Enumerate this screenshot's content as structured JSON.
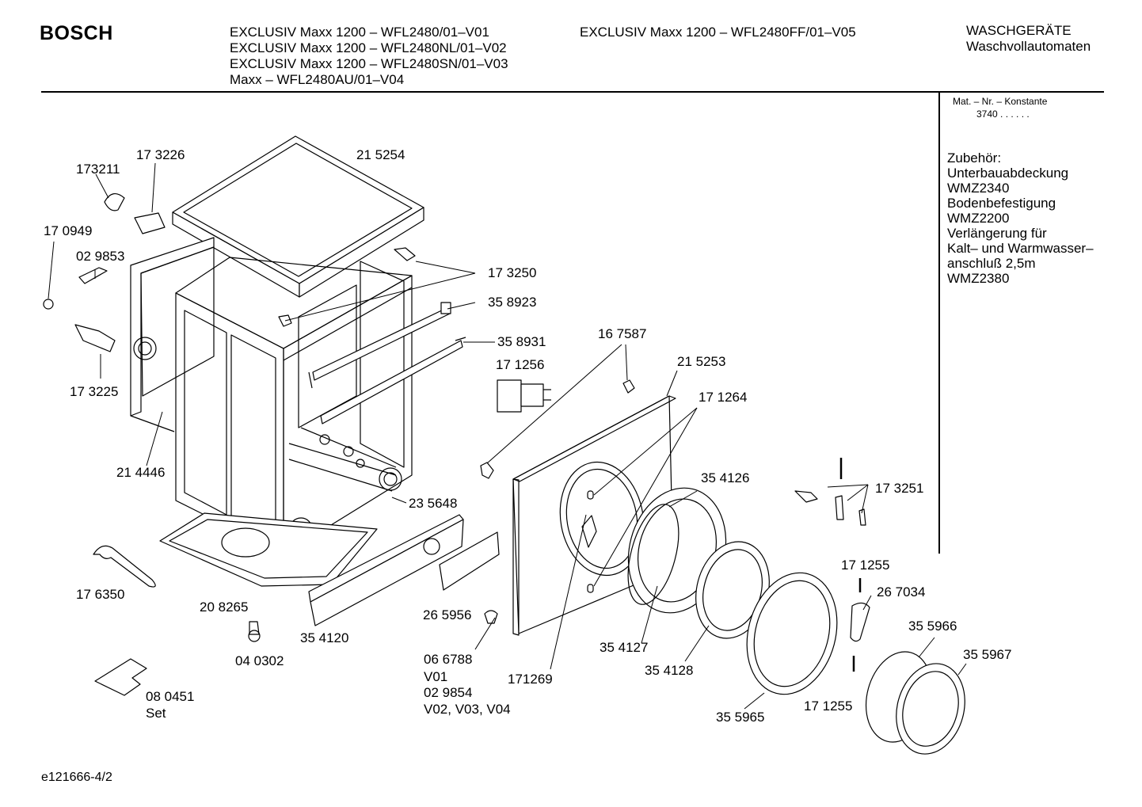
{
  "header": {
    "brand": "BOSCH",
    "models": [
      "EXCLUSIV Maxx 1200 – WFL2480/01–V01",
      "EXCLUSIV Maxx 1200 – WFL2480NL/01–V02",
      "EXCLUSIV Maxx 1200 – WFL2480SN/01–V03",
      "Maxx – WFL2480AU/01–V04"
    ],
    "model_right": "EXCLUSIV Maxx 1200 – WFL2480FF/01–V05",
    "category_line1": "WASCHGERÄTE",
    "category_line2": "Waschvollautomaten"
  },
  "sidebar": {
    "mat_title": "Mat. – Nr. – Konstante",
    "mat_value": "3740  .  .    .  .  .  .",
    "accessories": [
      "Zubehör:",
      "Unterbauabdeckung",
      "WMZ2340",
      "Bodenbefestigung",
      "WMZ2200",
      "Verlängerung für",
      "Kalt– und Warmwasser–",
      "anschluß 2,5m",
      "WMZ2380"
    ]
  },
  "parts": {
    "p173211": "173211",
    "p173226": "17 3226",
    "p215254": "21 5254",
    "p170949": "17 0949",
    "p029853": "02 9853",
    "p173250": "17 3250",
    "p358923": "35 8923",
    "p358931": "35 8931",
    "p167587": "16 7587",
    "p171256": "17 1256",
    "p215253": "21 5253",
    "p171264": "17 1264",
    "p173225": "17 3225",
    "p214446": "21 4446",
    "p354126": "35 4126",
    "p173251": "17 3251",
    "p235648": "23 5648",
    "p171255a": "17 1255",
    "p267034": "26 7034",
    "p176350": "17 6350",
    "p208265": "20 8265",
    "p265956": "26 5956",
    "p354127": "35 4127",
    "p355966": "35 5966",
    "p354120": "35 4120",
    "p355967": "35 5967",
    "p040302": "04 0302",
    "p066788": "06 6788",
    "v01": "V01",
    "p029854": "02 9854",
    "v020304": "V02, V03, V04",
    "p171269": "171269",
    "p354128": "35 4128",
    "p171255b": "17 1255",
    "p080451": "08 0451",
    "set": "Set",
    "p355965": "35 5965"
  },
  "footer": {
    "doc_id": "e121666-4/2"
  }
}
